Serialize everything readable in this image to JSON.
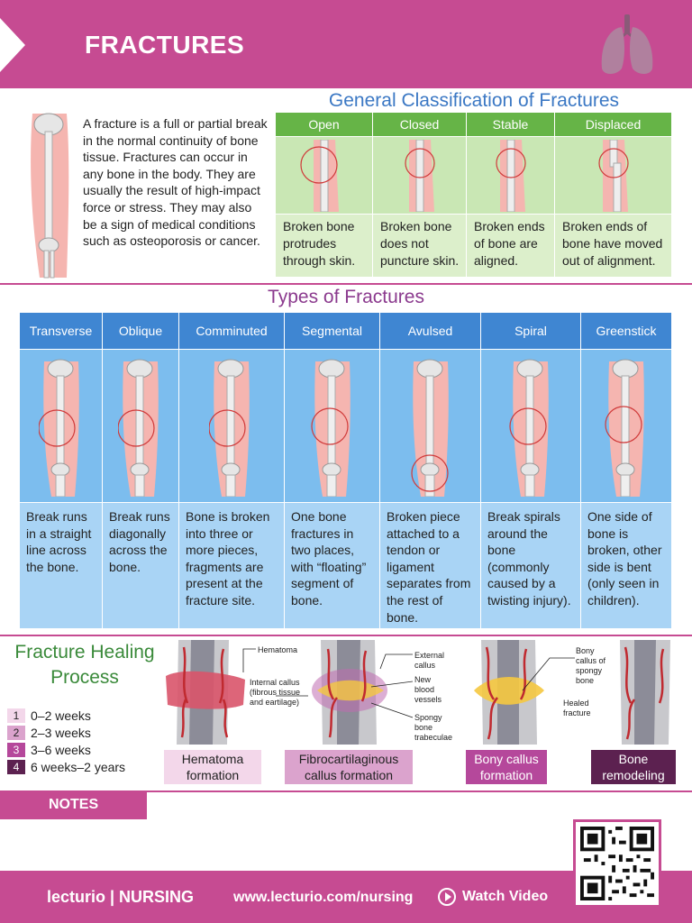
{
  "header": {
    "title": "FRACTURES",
    "icon": "lungs-icon"
  },
  "intro": {
    "text": "A fracture is a full or partial break in the normal continuity of bone tissue. Fractures can occur in any bone in the body. They are usually the result of high-impact force or stress. They may also be a sign of medical conditions such as osteoporosis or cancer."
  },
  "classification": {
    "title": "General Classification of Fractures",
    "columns": [
      {
        "name": "Open",
        "desc": "Broken bone protrudes through skin."
      },
      {
        "name": "Closed",
        "desc": "Broken bone does not puncture skin."
      },
      {
        "name": "Stable",
        "desc": "Broken ends of bone are aligned."
      },
      {
        "name": "Displaced",
        "desc": "Broken ends of bone have moved out of alignment."
      }
    ]
  },
  "types": {
    "title": "Types of Fractures",
    "columns": [
      {
        "name": "Transverse",
        "desc": "Break runs in a straight line across the bone."
      },
      {
        "name": "Oblique",
        "desc": "Break runs diagonally across the bone."
      },
      {
        "name": "Comminuted",
        "desc": "Bone is broken into three or more pieces, fragments are present at the fracture site."
      },
      {
        "name": "Segmental",
        "desc": "One bone fractures in two places, with “floating” segment of bone."
      },
      {
        "name": "Avulsed",
        "desc": "Broken piece attached to a tendon or ligament separates from the rest of bone."
      },
      {
        "name": "Spiral",
        "desc": "Break spirals around the bone (commonly caused by a twisting injury)."
      },
      {
        "name": "Greenstick",
        "desc": "One side of bone is broken, other side is bent (only seen in children)."
      }
    ]
  },
  "healing": {
    "title": "Fracture Healing Process",
    "legend": [
      {
        "num": "1",
        "label": "0–2 weeks",
        "color": "#f3d7ea",
        "text_color": "#222222"
      },
      {
        "num": "2",
        "label": "2–3 weeks",
        "color": "#dba3cd",
        "text_color": "#222222"
      },
      {
        "num": "3",
        "label": "3–6 weeks",
        "color": "#b5489b",
        "text_color": "#ffffff"
      },
      {
        "num": "4",
        "label": "6 weeks–2 years",
        "color": "#5c2150",
        "text_color": "#ffffff"
      }
    ],
    "stages": [
      {
        "label": "Hematoma formation"
      },
      {
        "label": "Fibrocartilaginous callus formation"
      },
      {
        "label": "Bony callus formation"
      },
      {
        "label": "Bone remodeling"
      }
    ],
    "callouts": {
      "hematoma": "Hematoma",
      "internal_callus": "Internal callus (fibrous tissue and eartilage)",
      "external_callus": "External callus",
      "new_vessels": "New blood vessels",
      "spongy_trabeculae": "Spongy bone trabeculae",
      "bony_callus": "Bony callus of spongy bone",
      "healed_fracture": "Healed fracture"
    }
  },
  "notes": {
    "label": "NOTES"
  },
  "footer": {
    "brand": "lecturio | NURSING",
    "url": "www.lecturio.com/nursing",
    "watch": "Watch Video"
  },
  "colors": {
    "brand": "#c64b92",
    "classification_head": "#66b447",
    "types_head": "#3f86d2",
    "types_title": "#8b3a8e",
    "healing_title": "#3a8a3a"
  }
}
